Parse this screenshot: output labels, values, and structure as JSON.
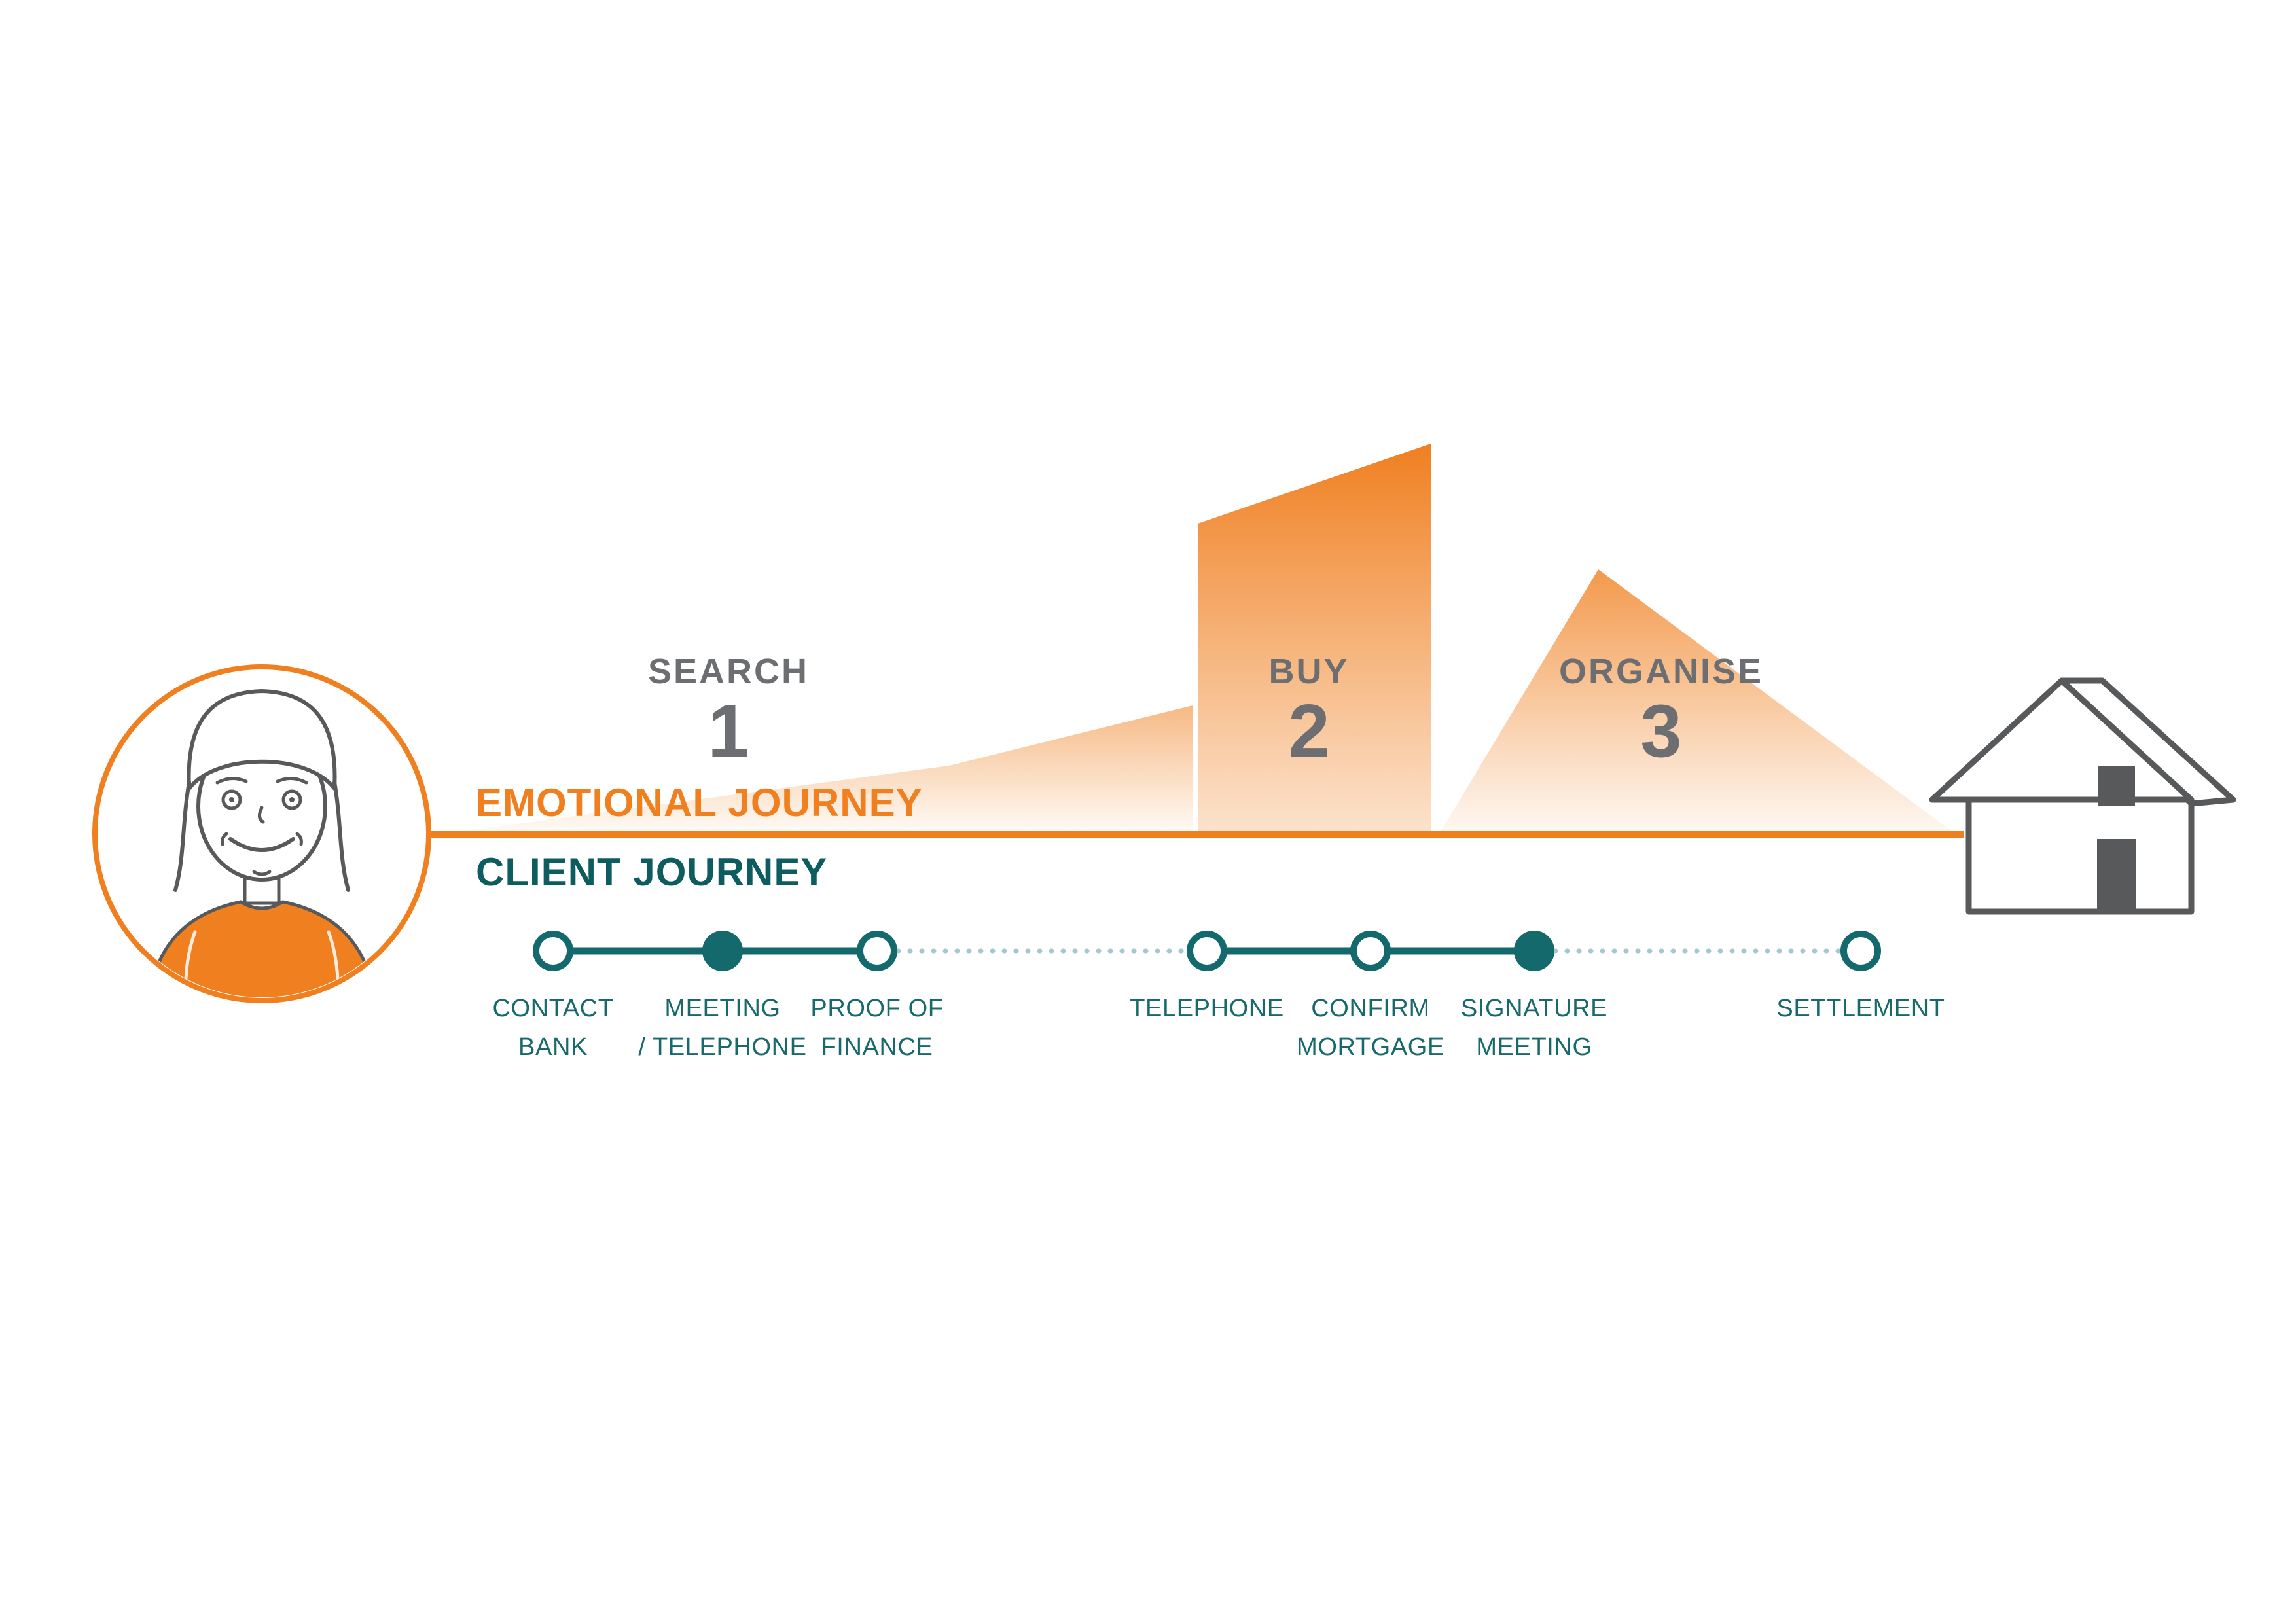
{
  "diagram": {
    "emotional_journey_label": "EMOTIONAL JOURNEY",
    "client_journey_label": "CLIENT JOURNEY",
    "phases": [
      {
        "name": "SEARCH",
        "number": "1"
      },
      {
        "name": "BUY",
        "number": "2"
      },
      {
        "name": "ORGANISE",
        "number": "3"
      }
    ],
    "steps": [
      {
        "line1": "CONTACT",
        "line2": "BANK",
        "filled": false,
        "dot_fill": "#FFFFFF"
      },
      {
        "line1": "MEETING",
        "line2": "/ TELEPHONE",
        "filled": true,
        "dot_fill": "#13696C"
      },
      {
        "line1": "PROOF OF",
        "line2": "FINANCE",
        "filled": false,
        "dot_fill": "#FFFFFF"
      },
      {
        "line1": "TELEPHONE",
        "line2": "",
        "filled": false,
        "dot_fill": "#FFFFFF"
      },
      {
        "line1": "CONFIRM",
        "line2": "MORTGAGE",
        "filled": false,
        "dot_fill": "#FFFFFF"
      },
      {
        "line1": "SIGNATURE",
        "line2": "MEETING",
        "filled": true,
        "dot_fill": "#13696C"
      },
      {
        "line1": "SETTLEMENT",
        "line2": "",
        "filled": false,
        "dot_fill": "#FFFFFF"
      }
    ],
    "icons": {
      "persona": "woman-avatar-icon",
      "destination": "house-icon"
    },
    "colors": {
      "orange": "#F0801F",
      "teal": "#13696C",
      "teal_dark": "#0D5C60",
      "gray": "#6D6E71",
      "line_gray": "#58595B",
      "dotted_connector": "#A6C7CF"
    }
  }
}
